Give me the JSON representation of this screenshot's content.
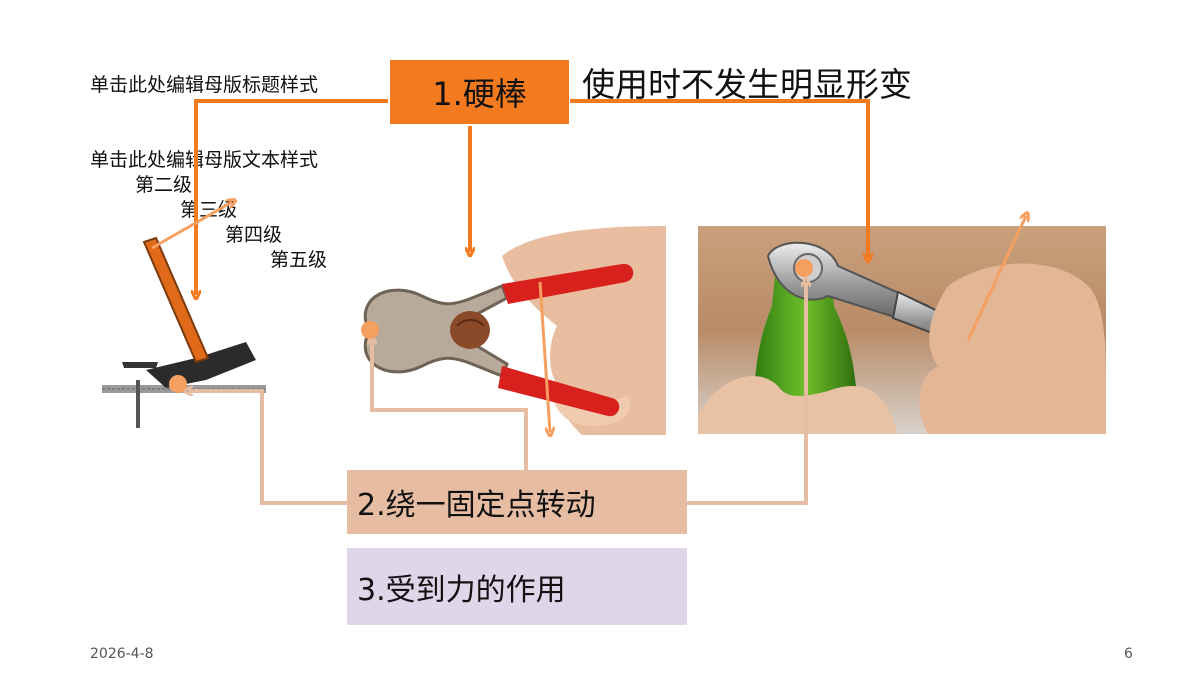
{
  "slide": {
    "template_title": "单击此处编辑母版标题样式",
    "template_body": {
      "level1": "单击此处编辑母版文本样式",
      "level2": "第二级",
      "level3": "第三级",
      "level4": "第四级",
      "level5": "第五级"
    },
    "box1_label": "1.硬棒",
    "caption1": "使用时不发生明显形变",
    "box2_label": "2.绕一固定点转动",
    "box3_label": "3.受到力的作用",
    "footer_date": "2026-4-8",
    "page_number": "6"
  },
  "colors": {
    "orange": "#f47a20",
    "peach": "#e6bda3",
    "lavender": "#e0d6ea",
    "light_orange": "#f5a060"
  }
}
